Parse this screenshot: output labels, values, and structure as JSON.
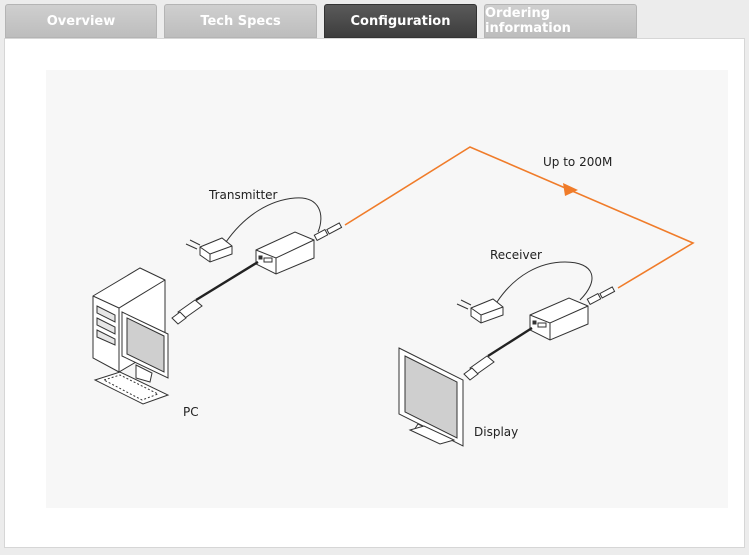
{
  "tabs": [
    {
      "label": "Overview",
      "active": false
    },
    {
      "label": "Tech Specs",
      "active": false
    },
    {
      "label": "Configuration",
      "active": true
    },
    {
      "label": "Ordering information",
      "active": false
    }
  ],
  "diagram": {
    "labels": {
      "transmitter": "Transmitter",
      "receiver": "Receiver",
      "distance": "Up to 200M",
      "pc": "PC",
      "display": "Display"
    },
    "colors": {
      "fiber": "#f07c2a",
      "outline": "#333333",
      "device_fill": "#ffffff"
    }
  }
}
